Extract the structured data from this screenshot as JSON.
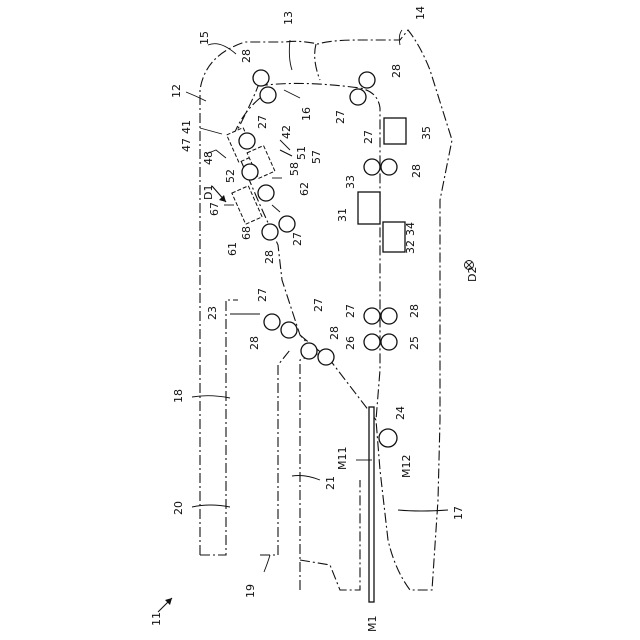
{
  "figure": {
    "reference_numerals": [
      "11",
      "12",
      "13",
      "14",
      "15",
      "16",
      "17",
      "18",
      "19",
      "20",
      "21",
      "23",
      "24",
      "25",
      "26",
      "27",
      "28",
      "31",
      "32",
      "33",
      "34",
      "35",
      "41",
      "42",
      "47",
      "48",
      "51",
      "52",
      "57",
      "58",
      "61",
      "62",
      "67",
      "68",
      "D1",
      "D2",
      "M1",
      "M11",
      "M12"
    ],
    "labels": {
      "n11": "11",
      "n12": "12",
      "n13": "13",
      "n14": "14",
      "n15": "15",
      "n16": "16",
      "n17": "17",
      "n18": "18",
      "n19": "19",
      "n20": "20",
      "n21": "21",
      "n23": "23",
      "n24": "24",
      "n25": "25",
      "n26": "26",
      "n27": "27",
      "n28": "28",
      "n31": "31",
      "n32": "32",
      "n33": "33",
      "n34": "34",
      "n35": "35",
      "n41": "41",
      "n42": "42",
      "n47": "47",
      "n48": "48",
      "n51": "51",
      "n52": "52",
      "n57": "57",
      "n58": "58",
      "n61": "61",
      "n62": "62",
      "n67": "67",
      "n68": "68",
      "nD1": "D1",
      "nD2": "D2",
      "nM1": "M1",
      "nM11": "M11",
      "nM12": "M12"
    }
  }
}
